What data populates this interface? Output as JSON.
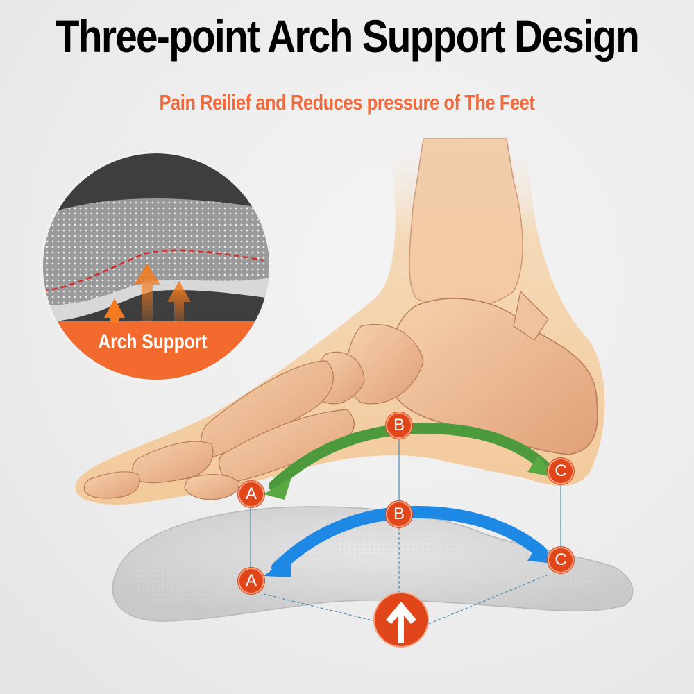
{
  "header": {
    "title": "Three-point Arch Support Design",
    "subtitle": "Pain Reilief and Reduces pressure of The Feet"
  },
  "inset": {
    "label": "Arch Support",
    "icon": "up-arrows-icon"
  },
  "foot_markers": [
    {
      "letter": "A"
    },
    {
      "letter": "B"
    },
    {
      "letter": "C"
    }
  ],
  "insole_markers": [
    {
      "letter": "A"
    },
    {
      "letter": "B"
    },
    {
      "letter": "C"
    }
  ],
  "colors": {
    "title": "#000000",
    "subtitle": "#f06a3c",
    "marker": "#e0461a",
    "green_arrow": "#4c9a3c",
    "blue_arrow": "#1e88e5",
    "inset_band": "#f26a2e",
    "background": "#ededed"
  }
}
